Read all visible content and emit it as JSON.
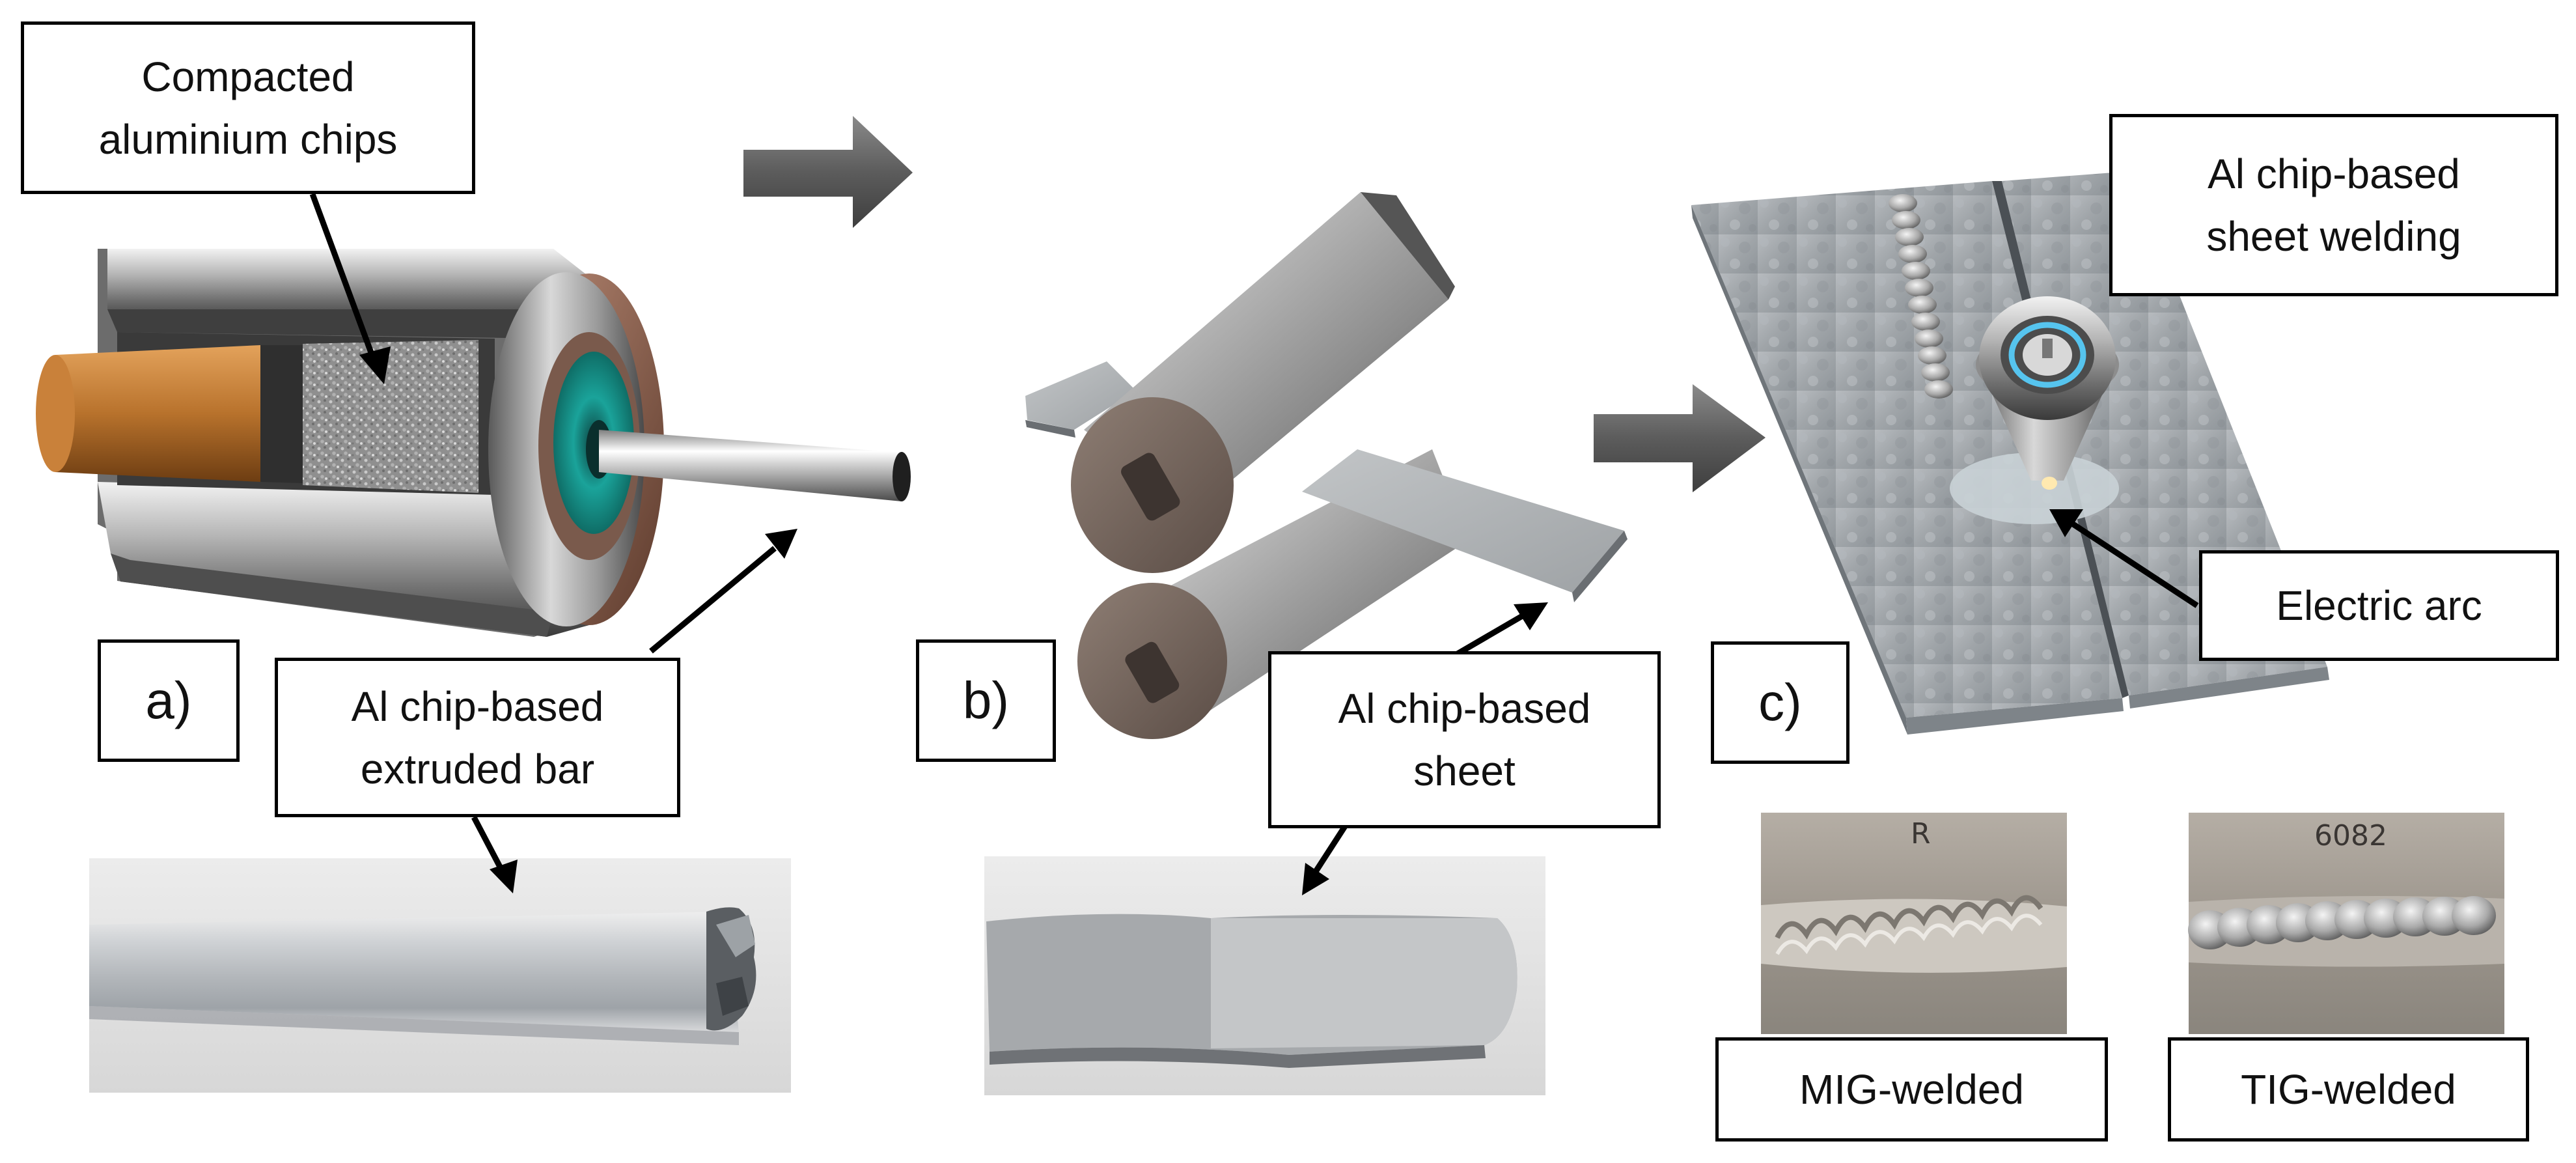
{
  "labels": {
    "compacted_chips": [
      "Compacted",
      "aluminium chips"
    ],
    "extruded_bar": [
      "Al chip-based",
      "extruded bar"
    ],
    "sheet": [
      "Al chip-based",
      "sheet"
    ],
    "sheet_welding": [
      "Al chip-based",
      "sheet welding"
    ],
    "electric_arc": "Electric arc",
    "mig_welded": "MIG-welded",
    "tig_welded": "TIG-welded"
  },
  "panels": {
    "a": "a)",
    "b": "b)",
    "c": "c)"
  },
  "weld_photo_marks": {
    "mig": "R",
    "tig": "6082"
  },
  "colors": {
    "outline": "#000000",
    "flow_arrow": "#5a5a5a",
    "steel_light": "#c9c9c9",
    "steel_dark": "#4a4a4a",
    "copper": "#b8722c",
    "die_teal": "#1aa39a",
    "chips": "#9a9a9a",
    "aluminium_sheet": "#a9adb0",
    "arc_blue": "#56c4ee"
  },
  "icons": {
    "process_arrow": "right-arrow"
  }
}
